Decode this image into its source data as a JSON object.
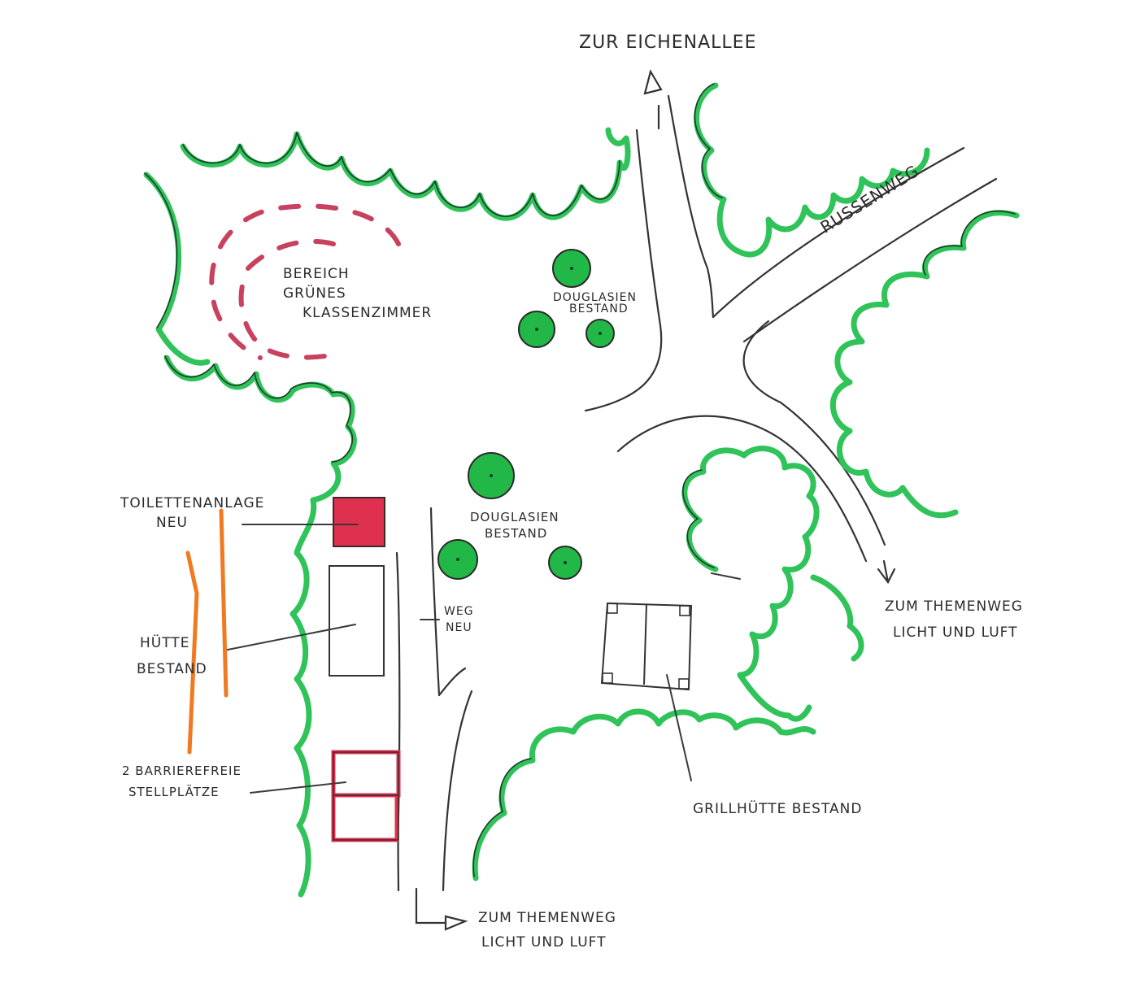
{
  "title": "Lageplan Grünes Klassenzimmer",
  "colors": {
    "hedge_green": "#2fc35a",
    "tree_green": "#22b847",
    "new_red": "#e0304f",
    "dashed_pink": "#c8415e",
    "orange_mark": "#ef7a22",
    "ink": "#333333"
  },
  "labels": {
    "north_direction": "ZUR EICHENALLEE",
    "classroom_line1": "BEREICH",
    "classroom_line2": "GRÜNES",
    "classroom_line3": "KLASSENZIMMER",
    "douglas_top_line1": "DOUGLASIEN",
    "douglas_top_line2": "BESTAND",
    "russenweg": "RUSSENWEG",
    "toilet_line1": "TOILETTENANLAGE",
    "toilet_line2": "NEU",
    "douglas_mid_line1": "DOUGLASIEN",
    "douglas_mid_line2": "BESTAND",
    "path_new_line1": "WEG",
    "path_new_line2": "NEU",
    "themenweg_east_line1": "ZUM THEMENWEG",
    "themenweg_east_line2": "LICHT UND LUFT",
    "hut_line1": "HÜTTE",
    "hut_line2": "BESTAND",
    "parking_line1": "2 BARRIEREFREIE",
    "parking_line2": "STELLPLÄTZE",
    "grill_hut": "GRILLHÜTTE BESTAND",
    "themenweg_south_line1": "ZUM THEMENWEG",
    "themenweg_south_line2": "LICHT UND LUFT"
  },
  "legend_items": [
    {
      "name": "toilet",
      "status": "neu",
      "color": "#e0304f"
    },
    {
      "name": "parking",
      "count": 2,
      "status": "barrierefrei"
    },
    {
      "name": "douglas-trees",
      "count_top": 3,
      "count_mid": 3
    }
  ]
}
